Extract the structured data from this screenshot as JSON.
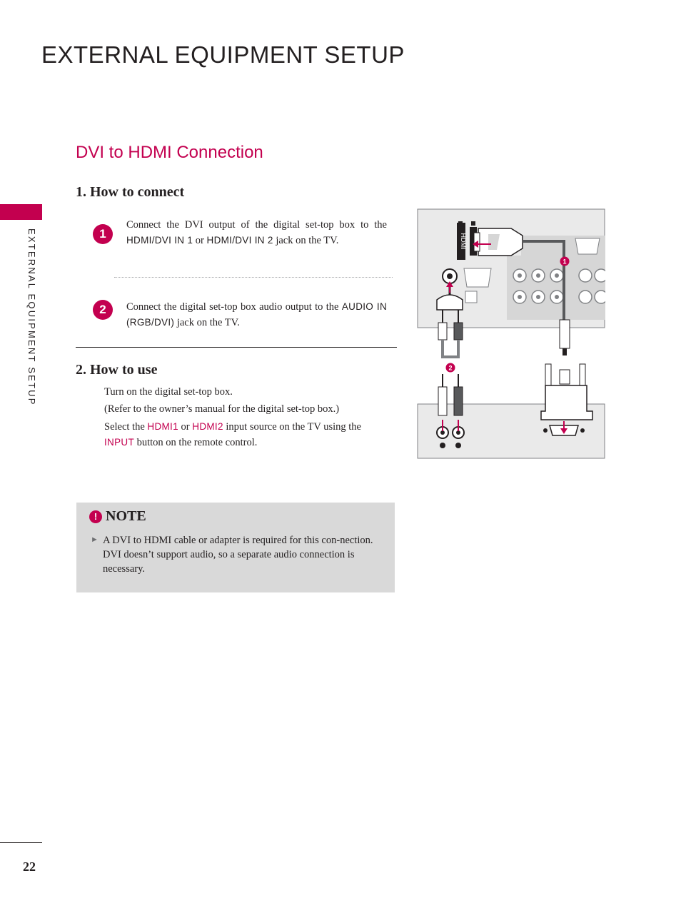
{
  "page": {
    "title": "EXTERNAL EQUIPMENT SETUP",
    "side_label": "EXTERNAL EQUIPMENT SETUP",
    "page_number": "22"
  },
  "section": {
    "title": "DVI to HDMI Connection"
  },
  "how_to_connect": {
    "heading": "1. How to connect",
    "steps": [
      {
        "badge": "1",
        "text_a": "Connect the DVI output of the digital set-top box to the ",
        "jack1": "HDMI/DVI IN 1",
        "text_b": " or ",
        "jack2": "HDMI/DVI IN 2",
        "text_c": " jack on the TV."
      },
      {
        "badge": "2",
        "text_a": "Connect the digital set-top box audio output to the ",
        "jack": "AUDIO IN (RGB/DVI)",
        "text_b": " jack on the TV."
      }
    ]
  },
  "how_to_use": {
    "heading": "2. How to use",
    "line1": "Turn on the digital set-top box.",
    "line2": "(Refer to the owner’s manual for the digital set-top box.)",
    "line3_a": "Select the ",
    "hdmi1": "HDMI1",
    "line3_b": " or ",
    "hdmi2": "HDMI2",
    "line3_c": " input source on the TV using the ",
    "input": "INPUT",
    "line3_d": " button on the remote control."
  },
  "note": {
    "icon": "!",
    "title": "NOTE",
    "bullet": "►",
    "text": "A DVI to HDMI cable or adapter is required for this con-nection. DVI doesn’t support audio, so a separate audio connection is necessary."
  },
  "diagram": {
    "hdmi_port_label": "HDMI",
    "callout1": "1",
    "callout2": "2"
  },
  "colors": {
    "accent": "#c3004f",
    "note_bg": "#d9d9d9",
    "text": "#231f20"
  }
}
